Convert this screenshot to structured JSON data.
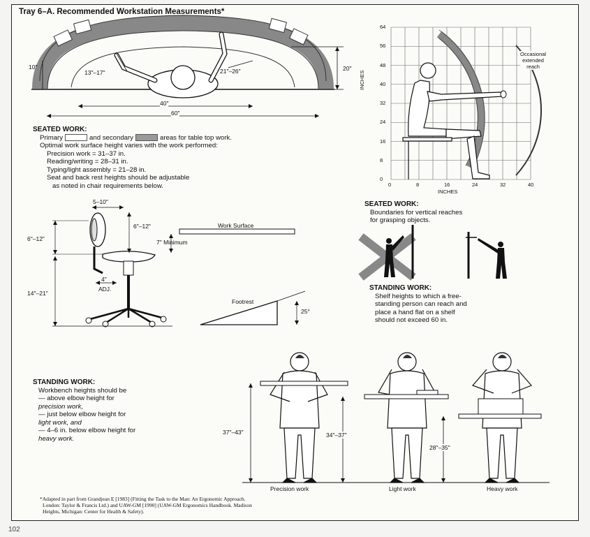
{
  "title": "Tray 6–A. Recommended Workstation Measurements*",
  "top_view": {
    "labels": [
      "10\"",
      "13\"–17\"",
      "21\"–26\"",
      "20\"",
      "40\"",
      "60\""
    ]
  },
  "seated_work": {
    "heading": "SEATED WORK:",
    "line1_a": "Primary",
    "line1_b": "and secondary",
    "line1_c": "areas for table top work.",
    "line2": "Optimal work surface height varies with the work performed:",
    "line3": "Precision work = 31–37 in.",
    "line4": "Reading/writing = 28–31 in.",
    "line5": "Typing/light assembly = 21–28 in.",
    "line6": "Seat and back rest heights should be adjustable",
    "line7": "as noted in chair requirements below."
  },
  "chair": {
    "labels": [
      "5–10\"",
      "6\"–12\"",
      "Work Surface",
      "7\" Minimum",
      "6\"–12\"",
      "4\"",
      "ADJ.",
      "14\"–21\"",
      "Footrest",
      "25°"
    ]
  },
  "reach_chart": {
    "ylabel": "INCHES",
    "xlabel": "INCHES",
    "y_ticks": [
      "64",
      "56",
      "48",
      "40",
      "32",
      "24",
      "16",
      "8",
      "0"
    ],
    "x_ticks": [
      "0",
      "8",
      "16",
      "24",
      "32",
      "40"
    ],
    "occasional_label": [
      "Occasional",
      "extended",
      "reach"
    ]
  },
  "seated_reach": {
    "heading": "SEATED WORK:",
    "lines": [
      "Boundaries for vertical reaches",
      "for grasping objects."
    ]
  },
  "standing_shelf": {
    "heading": "STANDING WORK:",
    "lines": [
      "Shelf heights to which a free-",
      "standing person can reach and",
      "place a hand flat on a shelf",
      "should not exceed 60 in."
    ]
  },
  "standing_bench": {
    "heading": "STANDING WORK:",
    "line1": "Workbench heights should be",
    "line2": "— above elbow height for",
    "line3": "precision work,",
    "line4": "— just below elbow height for",
    "line5": "light work, and",
    "line6": "— 4–6 in. below elbow height for",
    "line7": "heavy work."
  },
  "bench_figure": {
    "heights": [
      "37\"–43\"",
      "34\"–37\"",
      "28\"–35\""
    ],
    "captions": [
      "Precision work",
      "Light work",
      "Heavy work"
    ]
  },
  "footnote": {
    "line1": "*Adapted in part from Grandjean E [1983] (Fitting the Task to the Man: An Ergonomic Approach.",
    "line2": "London: Taylor & Francis Ltd.) and UAW-GM [1990] (UAW-GM Ergonomics Handbook. Madison",
    "line3": "Heights, Michigan: Center for Health & Safety)."
  },
  "page_number": "102"
}
